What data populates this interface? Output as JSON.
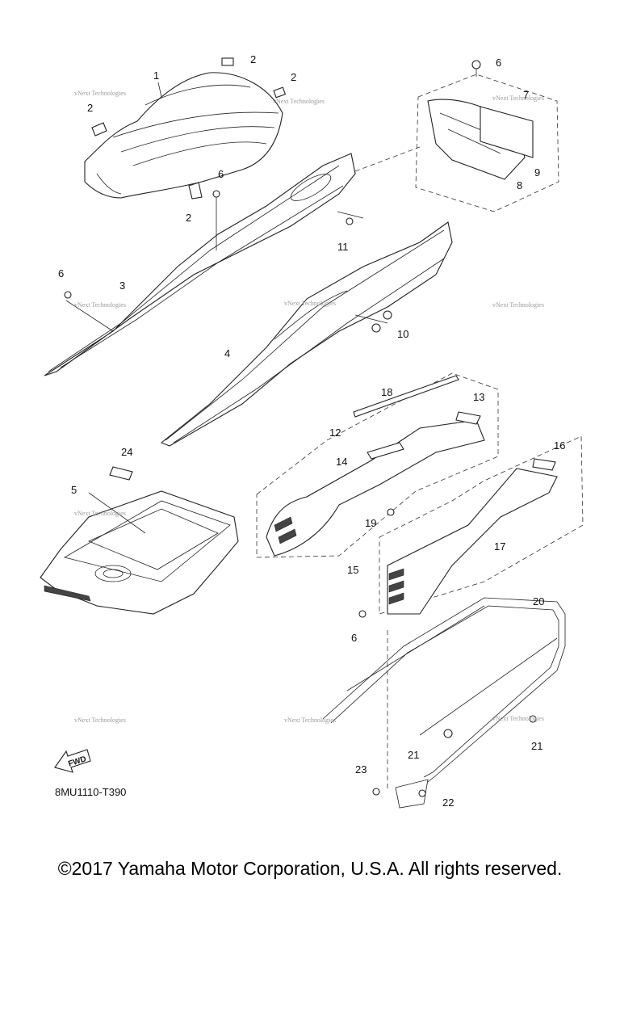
{
  "callouts": {
    "c1": "1",
    "c2a": "2",
    "c2b": "2",
    "c2c": "2",
    "c2d": "2",
    "c3": "3",
    "c4": "4",
    "c5": "5",
    "c6a": "6",
    "c6b": "6",
    "c6c": "6",
    "c6d": "6",
    "c7": "7",
    "c8": "8",
    "c9": "9",
    "c10": "10",
    "c11": "11",
    "c12": "12",
    "c13": "13",
    "c14": "14",
    "c15": "15",
    "c16": "16",
    "c17": "17",
    "c18": "18",
    "c19": "19",
    "c20": "20",
    "c21a": "21",
    "c21b": "21",
    "c22": "22",
    "c23": "23",
    "c24": "24"
  },
  "watermark": "vNext Technologies",
  "fwd_label": "FWD",
  "diagram_code": "8MU1110-T390",
  "copyright": "©2017 Yamaha Motor Corporation, U.S.A. All rights reserved."
}
